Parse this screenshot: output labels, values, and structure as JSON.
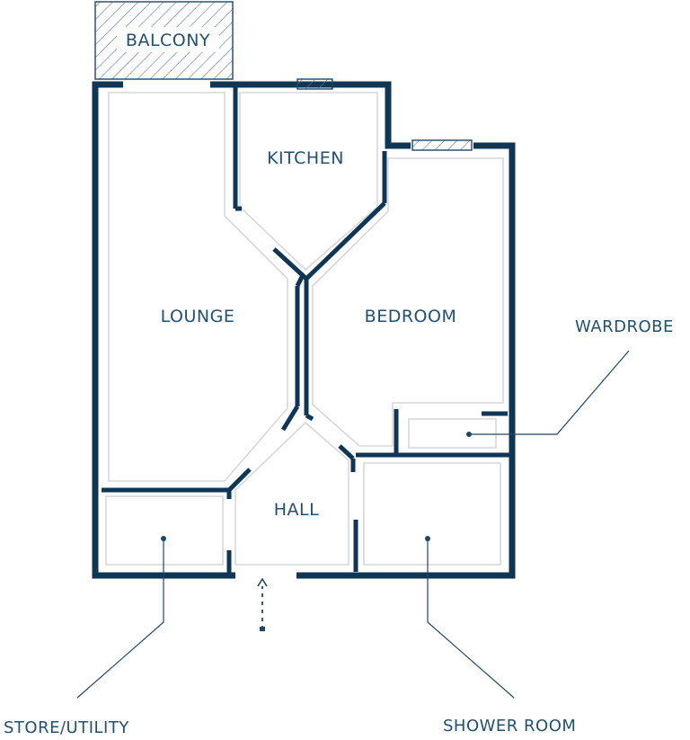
{
  "plan": {
    "rooms": {
      "balcony": "BALCONY",
      "kitchen": "KITCHEN",
      "lounge": "LOUNGE",
      "bedroom": "BEDROOM",
      "hall": "HALL"
    },
    "callouts": {
      "wardrobe": "WARDROBE",
      "store_utility": "STORE/UTILITY",
      "shower_room": "SHOWER ROOM"
    },
    "colors": {
      "wall": "#0f3655",
      "label": "#24506f",
      "inner_line": "#d6d8da"
    }
  }
}
